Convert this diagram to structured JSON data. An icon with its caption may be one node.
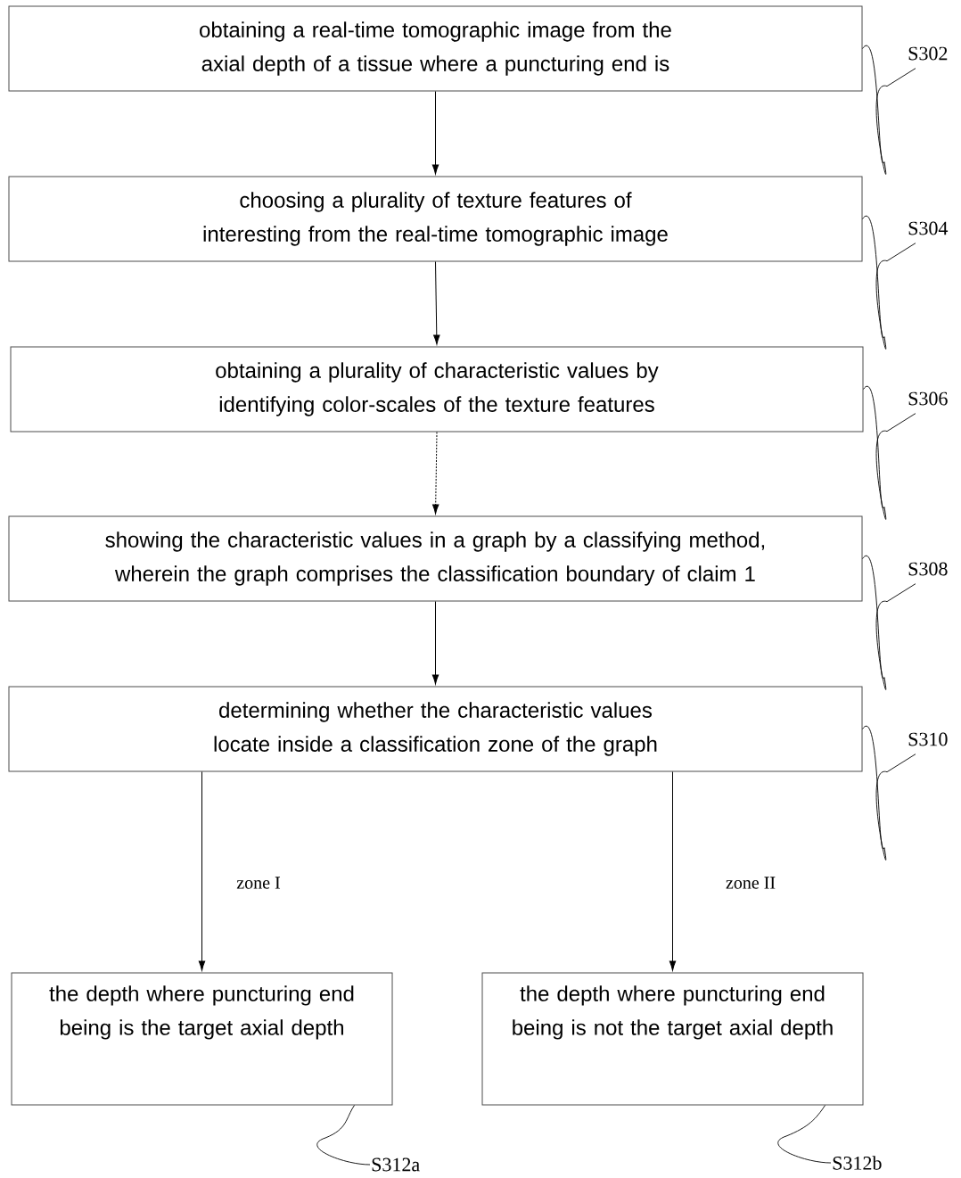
{
  "diagram": {
    "nodes": [
      {
        "text": [
          "obtaining a real-time tomographic image from the axial depth of a tissue where a puncturing end is"
        ]
      },
      {
        "text": [
          "choosing a plurality of texture features of interesting from the real-time tomographic image"
        ]
      },
      {
        "text": [
          "obtaining a plurality of characteristic values by identifying color-scales of the texture features"
        ]
      },
      {
        "text": [
          "showing the characteristic values in a graph by a classifying method, wherein the graph comprises the classification boundary of claim 1"
        ]
      },
      {
        "text": [
          "determining whether the characteristic values locate inside a classification zone of the graph"
        ]
      },
      {
        "text": [
          "the depth where puncturing end being is the target axial depth"
        ]
      },
      {
        "text": [
          "the depth where puncturing end being is not the target axial depth"
        ]
      },
      {
        "text": [
          "S302"
        ]
      },
      {
        "text": [
          "S304"
        ]
      },
      {
        "text": [
          "S306"
        ]
      },
      {
        "text": [
          "S308"
        ]
      },
      {
        "text": [
          "S310"
        ]
      },
      {
        "text": [
          "S312a"
        ]
      },
      {
        "text": [
          "S312b"
        ]
      }
    ],
    "edges": [
      {
        "from": 0,
        "to": 1,
        "arrow": "to"
      },
      {
        "from": 1,
        "to": 2,
        "arrow": "to"
      },
      {
        "from": 2,
        "to": 3,
        "arrow": "to",
        "style": "dashed"
      },
      {
        "from": 3,
        "to": 4,
        "arrow": "to"
      },
      {
        "from": 4,
        "to": 5,
        "arrow": "to",
        "label": "zone I"
      },
      {
        "from": 4,
        "to": 6,
        "arrow": "to",
        "label": "zone II"
      },
      {
        "from": 7,
        "to": 0,
        "arrow": "none"
      },
      {
        "from": 8,
        "to": 1,
        "arrow": "none"
      },
      {
        "from": 9,
        "to": 2,
        "arrow": "none"
      },
      {
        "from": 10,
        "to": 3,
        "arrow": "none"
      },
      {
        "from": 11,
        "to": 4,
        "arrow": "none"
      },
      {
        "from": 12,
        "to": 5,
        "arrow": "none"
      },
      {
        "from": 13,
        "to": 6,
        "arrow": "none"
      }
    ]
  }
}
